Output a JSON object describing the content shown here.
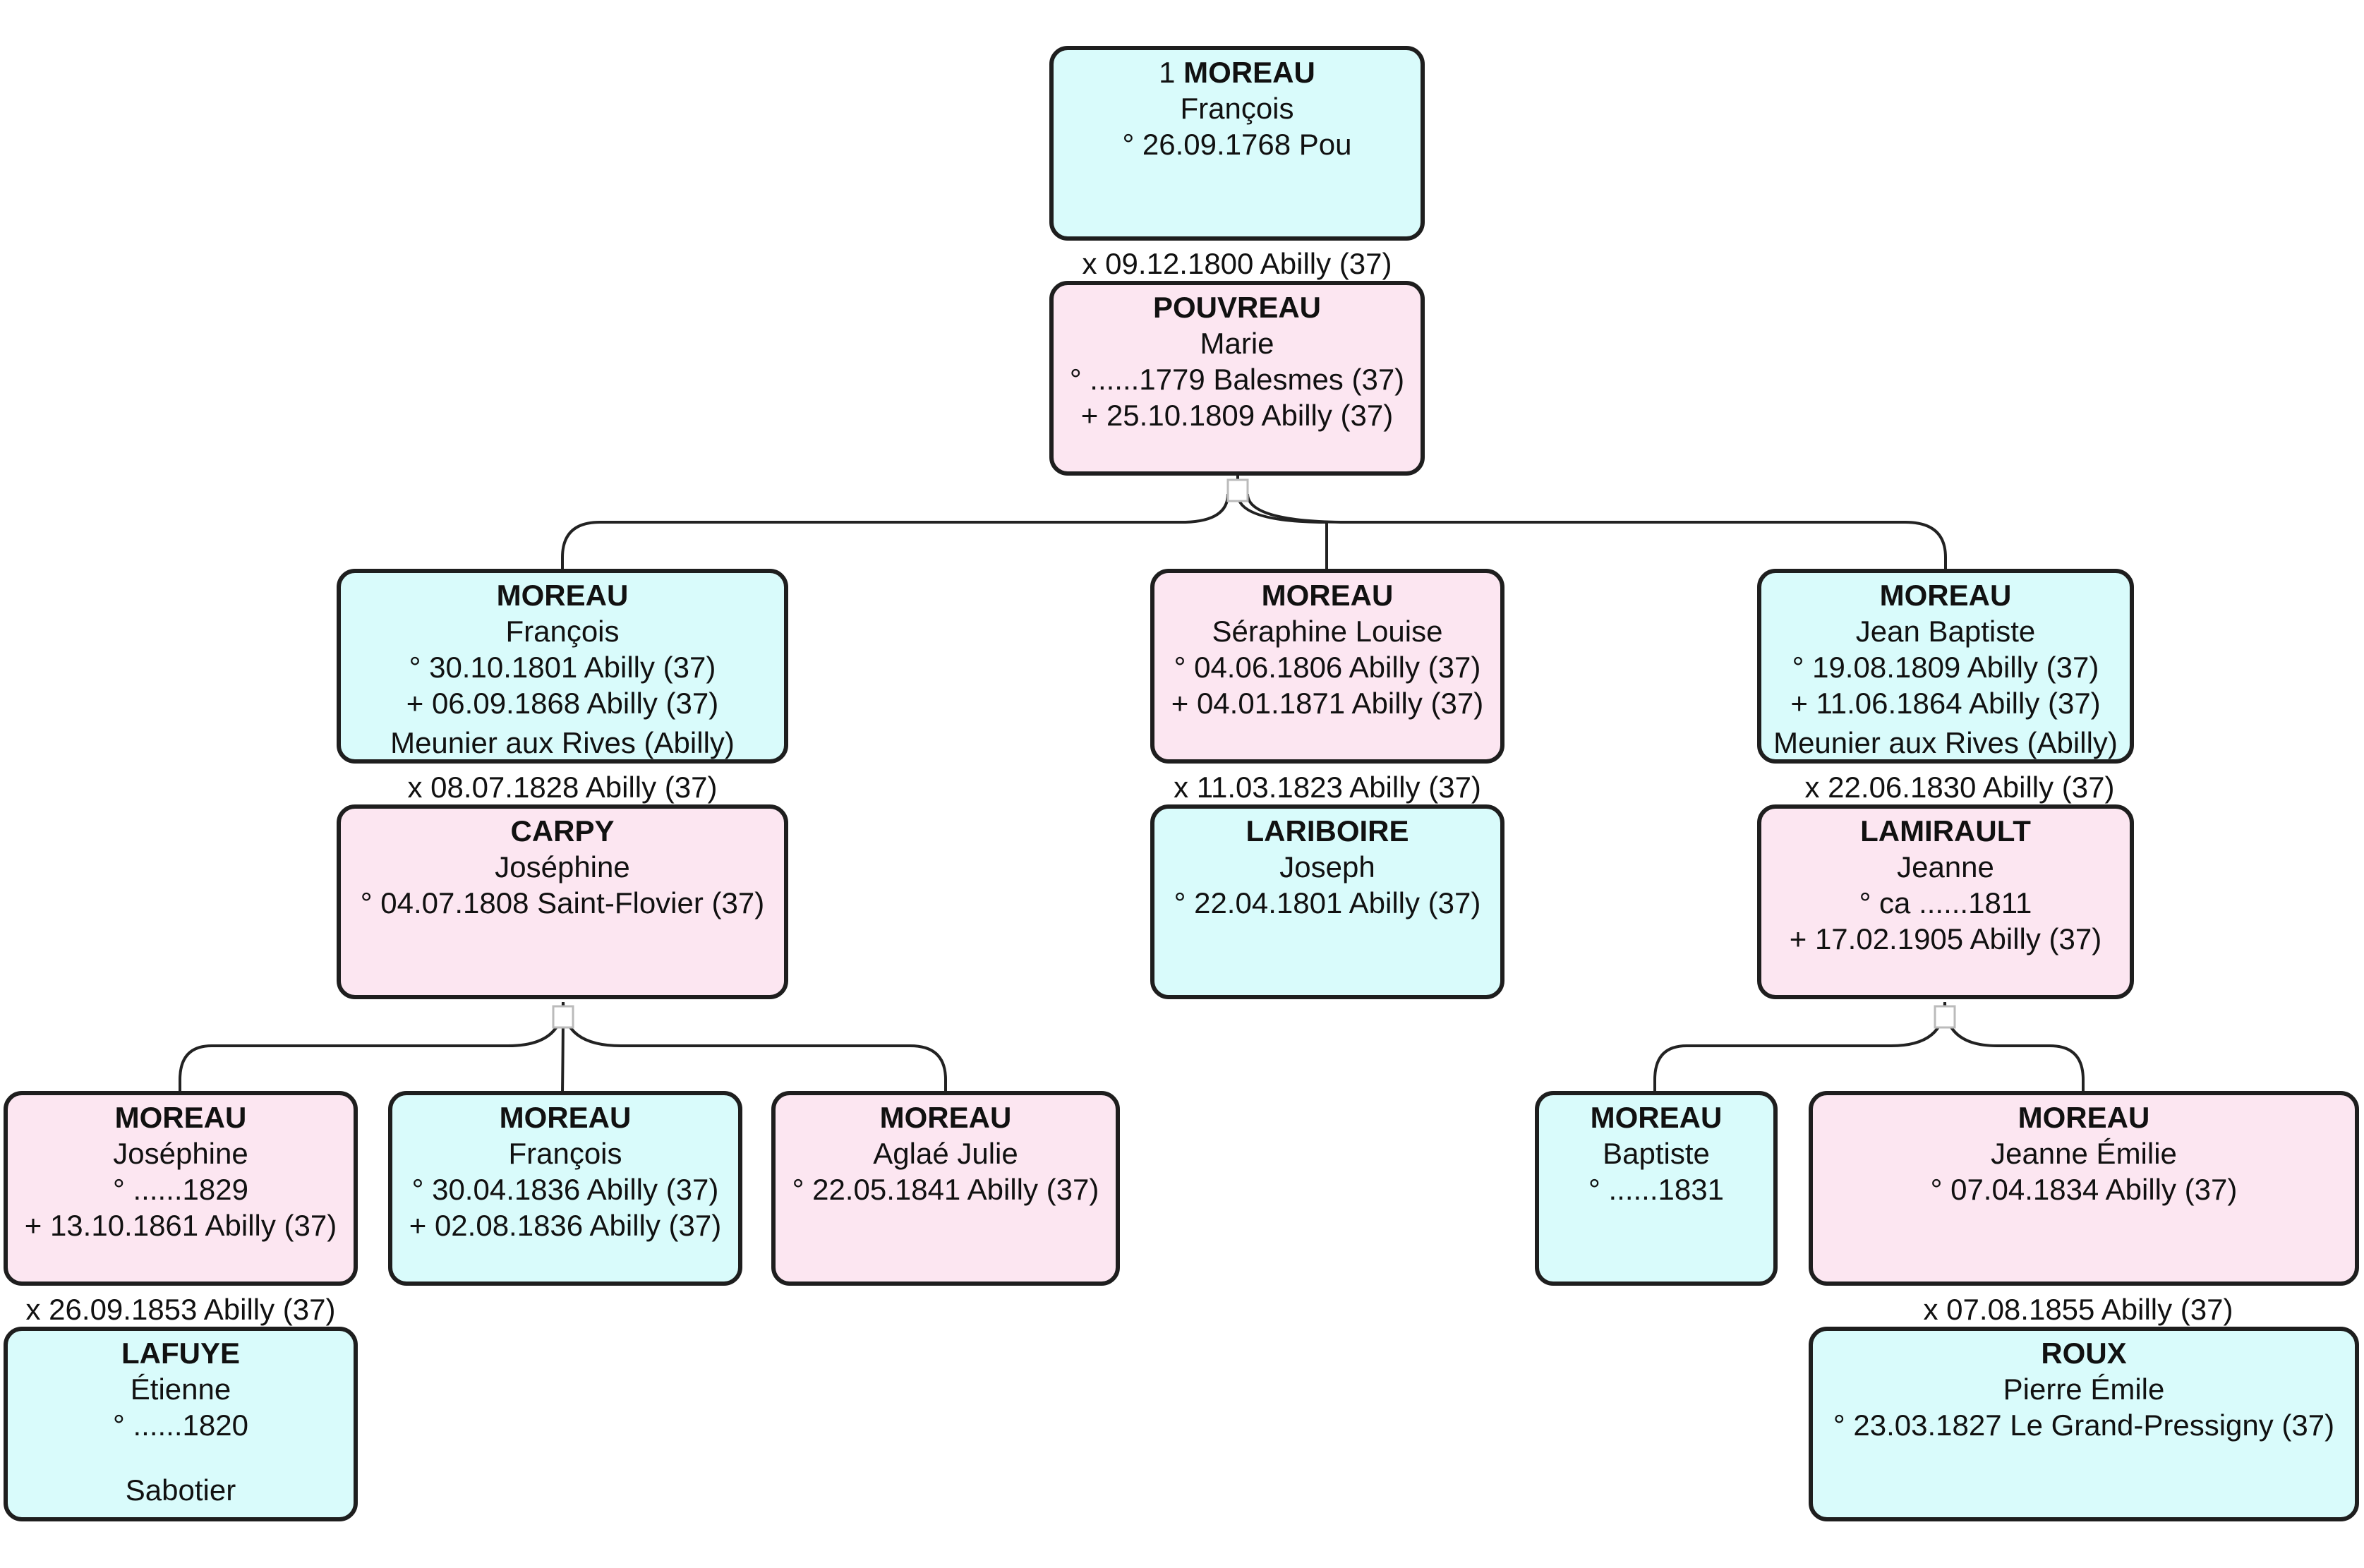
{
  "persons": {
    "p1": {
      "num": "1",
      "surname": "MOREAU",
      "given": "François",
      "lines": [
        "° 26.09.1768 Pou"
      ],
      "occupation": "",
      "sex": "m"
    },
    "p2": {
      "num": "",
      "surname": "POUVREAU",
      "given": "Marie",
      "lines": [
        "° ......1779 Balesmes (37)",
        "+ 25.10.1809 Abilly (37)"
      ],
      "occupation": "",
      "sex": "f"
    },
    "c1": {
      "num": "",
      "surname": "MOREAU",
      "given": "François",
      "lines": [
        "° 30.10.1801 Abilly (37)",
        "+ 06.09.1868 Abilly (37)"
      ],
      "occupation": "Meunier aux Rives (Abilly)",
      "sex": "m"
    },
    "c1s": {
      "num": "",
      "surname": "CARPY",
      "given": "Joséphine",
      "lines": [
        "° 04.07.1808 Saint-Flovier (37)"
      ],
      "occupation": "",
      "sex": "f"
    },
    "c2": {
      "num": "",
      "surname": "MOREAU",
      "given": "Séraphine Louise",
      "lines": [
        "° 04.06.1806 Abilly (37)",
        "+ 04.01.1871 Abilly (37)"
      ],
      "occupation": "",
      "sex": "f"
    },
    "c2s": {
      "num": "",
      "surname": "LARIBOIRE",
      "given": "Joseph",
      "lines": [
        "° 22.04.1801 Abilly (37)"
      ],
      "occupation": "",
      "sex": "m"
    },
    "c3": {
      "num": "",
      "surname": "MOREAU",
      "given": "Jean Baptiste",
      "lines": [
        "° 19.08.1809 Abilly (37)",
        "+ 11.06.1864 Abilly (37)"
      ],
      "occupation": "Meunier aux Rives (Abilly)",
      "sex": "m"
    },
    "c3s": {
      "num": "",
      "surname": "LAMIRAULT",
      "given": "Jeanne",
      "lines": [
        "° ca ......1811",
        "+ 17.02.1905 Abilly (37)"
      ],
      "occupation": "",
      "sex": "f"
    },
    "g1": {
      "num": "",
      "surname": "MOREAU",
      "given": "Joséphine",
      "lines": [
        "° ......1829",
        "+ 13.10.1861 Abilly (37)"
      ],
      "occupation": "",
      "sex": "f"
    },
    "g1s": {
      "num": "",
      "surname": "LAFUYE",
      "given": "Étienne",
      "lines": [
        "° ......1820"
      ],
      "occupation": "Sabotier",
      "sex": "m"
    },
    "g2": {
      "num": "",
      "surname": "MOREAU",
      "given": "François",
      "lines": [
        "° 30.04.1836 Abilly (37)",
        "+ 02.08.1836 Abilly (37)"
      ],
      "occupation": "",
      "sex": "m"
    },
    "g3": {
      "num": "",
      "surname": "MOREAU",
      "given": "Aglaé Julie",
      "lines": [
        "° 22.05.1841 Abilly (37)"
      ],
      "occupation": "",
      "sex": "f"
    },
    "g4": {
      "num": "",
      "surname": "MOREAU",
      "given": "Baptiste",
      "lines": [
        "° ......1831"
      ],
      "occupation": "",
      "sex": "m"
    },
    "g5": {
      "num": "",
      "surname": "MOREAU",
      "given": "Jeanne Émilie",
      "lines": [
        "° 07.04.1834 Abilly (37)"
      ],
      "occupation": "",
      "sex": "f"
    },
    "g5s": {
      "num": "",
      "surname": "ROUX",
      "given": "Pierre Émile",
      "lines": [
        "° 23.03.1827 Le Grand-Pressigny (37)"
      ],
      "occupation": "",
      "sex": "m"
    }
  },
  "marriages": {
    "m1": "x 09.12.1800 Abilly (37)",
    "m2": "x 08.07.1828 Abilly (37)",
    "m3": "x 11.03.1823 Abilly (37)",
    "m4": "x 22.06.1830 Abilly (37)",
    "m5": "x 26.09.1853 Abilly (37)",
    "m6": "x 07.08.1855 Abilly (37)"
  },
  "colors": {
    "male": "#d9fbfb",
    "female": "#fce6f1",
    "border": "#1e1e1e"
  }
}
